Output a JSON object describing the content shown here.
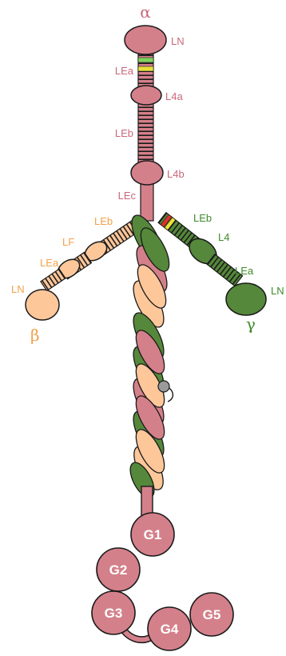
{
  "colors": {
    "alpha": "#d4808a",
    "beta": "#fdc79a",
    "gamma": "#55883a",
    "outline": "#1a1a1a",
    "yellow_band": "#e8e23a",
    "light_green_band": "#7fd35a",
    "red_band": "#e0312a",
    "knob": "#9a9a9a"
  },
  "alpha_chain": {
    "symbol": "α",
    "labels": {
      "ln": "LN",
      "lea": "LEa",
      "l4a": "L4a",
      "leb": "LEb",
      "l4b": "L4b",
      "lec": "LEc"
    }
  },
  "beta_chain": {
    "symbol": "β",
    "labels": {
      "leb": "LEb",
      "lf": "LF",
      "lea": "LEa",
      "ln": "LN"
    }
  },
  "gamma_chain": {
    "symbol": "γ",
    "labels": {
      "leb": "LEb",
      "l4": "L4",
      "lea": "LEa",
      "ln": "LN"
    }
  },
  "g_domains": [
    "G1",
    "G2",
    "G3",
    "G4",
    "G5"
  ]
}
